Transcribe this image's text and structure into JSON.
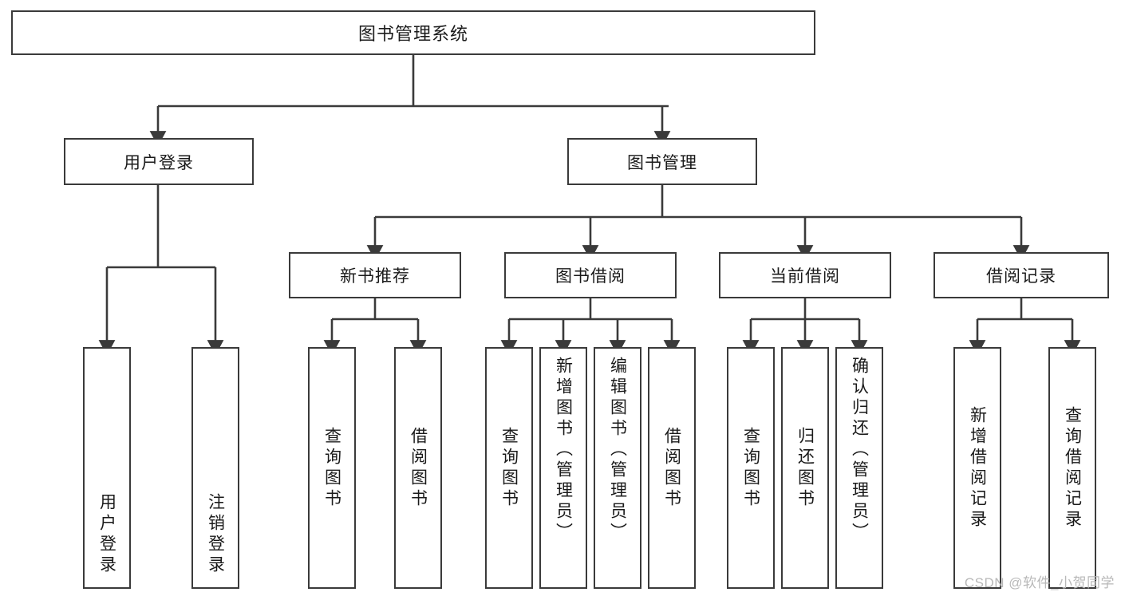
{
  "diagram": {
    "title": "图书管理系统",
    "type": "tree-hierarchy",
    "watermark": "CSDN @软件_小贺同学",
    "colors": {
      "box_border": "#3a3a3a",
      "box_fill": "#ffffff",
      "connector": "#3a3a3a",
      "text": "#1a1a1a",
      "watermark": "#b8b8b8",
      "background": "#ffffff"
    },
    "root": {
      "label": "图书管理系统"
    },
    "level2": [
      {
        "id": "user-login",
        "label": "用户登录"
      },
      {
        "id": "book-management",
        "label": "图书管理"
      }
    ],
    "level3": [
      {
        "id": "new-book-recommend",
        "label": "新书推荐",
        "parent": "book-management"
      },
      {
        "id": "book-borrow",
        "label": "图书借阅",
        "parent": "book-management"
      },
      {
        "id": "current-borrow",
        "label": "当前借阅",
        "parent": "book-management"
      },
      {
        "id": "borrow-record",
        "label": "借阅记录",
        "parent": "book-management"
      }
    ],
    "leaves": [
      {
        "id": "leaf-user-login",
        "label": "用户登录",
        "parent": "user-login"
      },
      {
        "id": "leaf-logout",
        "label": "注销登录",
        "parent": "user-login"
      },
      {
        "id": "leaf-query-book-1",
        "label": "查询图书",
        "parent": "new-book-recommend"
      },
      {
        "id": "leaf-borrow-book-1",
        "label": "借阅图书",
        "parent": "new-book-recommend"
      },
      {
        "id": "leaf-query-book-2",
        "label": "查询图书",
        "parent": "book-borrow"
      },
      {
        "id": "leaf-add-book",
        "label": "新增图书（管理员）",
        "parent": "book-borrow"
      },
      {
        "id": "leaf-edit-book",
        "label": "编辑图书（管理员）",
        "parent": "book-borrow"
      },
      {
        "id": "leaf-borrow-book-2",
        "label": "借阅图书",
        "parent": "book-borrow"
      },
      {
        "id": "leaf-query-book-3",
        "label": "查询图书",
        "parent": "current-borrow"
      },
      {
        "id": "leaf-return-book",
        "label": "归还图书",
        "parent": "current-borrow"
      },
      {
        "id": "leaf-confirm-return",
        "label": "确认归还（管理员）",
        "parent": "current-borrow"
      },
      {
        "id": "leaf-add-record",
        "label": "新增借阅记录",
        "parent": "borrow-record"
      },
      {
        "id": "leaf-query-record",
        "label": "查询借阅记录",
        "parent": "borrow-record"
      }
    ]
  }
}
